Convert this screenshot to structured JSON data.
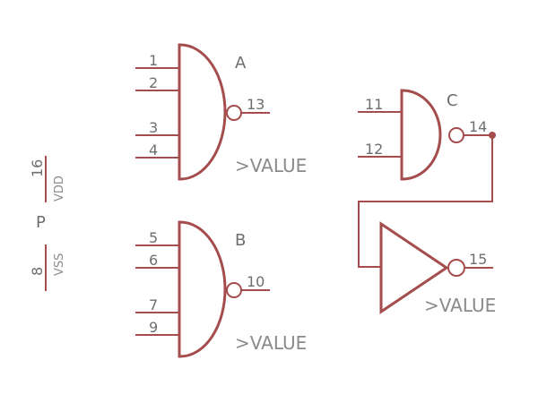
{
  "gate_a": {
    "name": "A",
    "inputs": [
      "1",
      "2",
      "3",
      "4"
    ],
    "output": "13",
    "value": ">VALUE"
  },
  "gate_b": {
    "name": "B",
    "inputs": [
      "5",
      "6",
      "7",
      "9"
    ],
    "output": "10",
    "value": ">VALUE"
  },
  "gate_c": {
    "name": "C",
    "inputs": [
      "11",
      "12"
    ],
    "output": "14"
  },
  "inverter": {
    "output": "15",
    "value": ">VALUE"
  },
  "power": {
    "name": "P",
    "vdd_pin": "16",
    "vdd_label": "VDD",
    "vss_pin": "8",
    "vss_label": "VSS"
  },
  "colors": {
    "wire": "#a54d4d",
    "text": "#6e6e6e"
  }
}
